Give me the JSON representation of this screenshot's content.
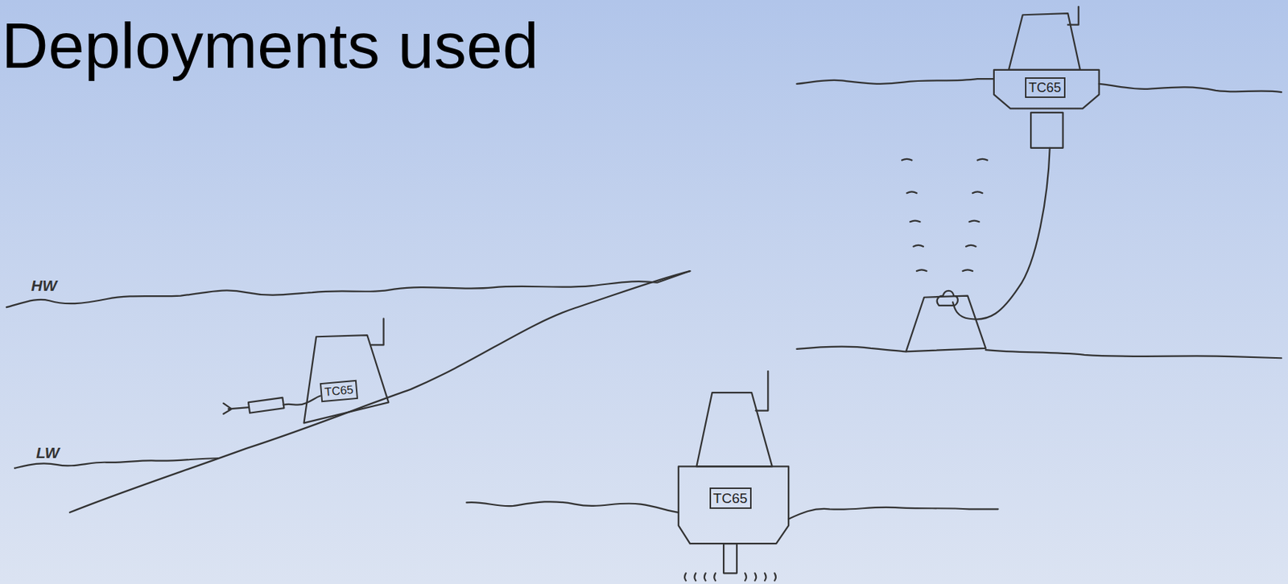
{
  "diagram": {
    "title": "Deployments used",
    "nodes": [
      {
        "text": [
          "TC65"
        ]
      },
      {
        "text": [
          "TC65"
        ]
      },
      {
        "text": [
          "TC65"
        ]
      }
    ],
    "labels": [
      "HW",
      "LW"
    ]
  }
}
